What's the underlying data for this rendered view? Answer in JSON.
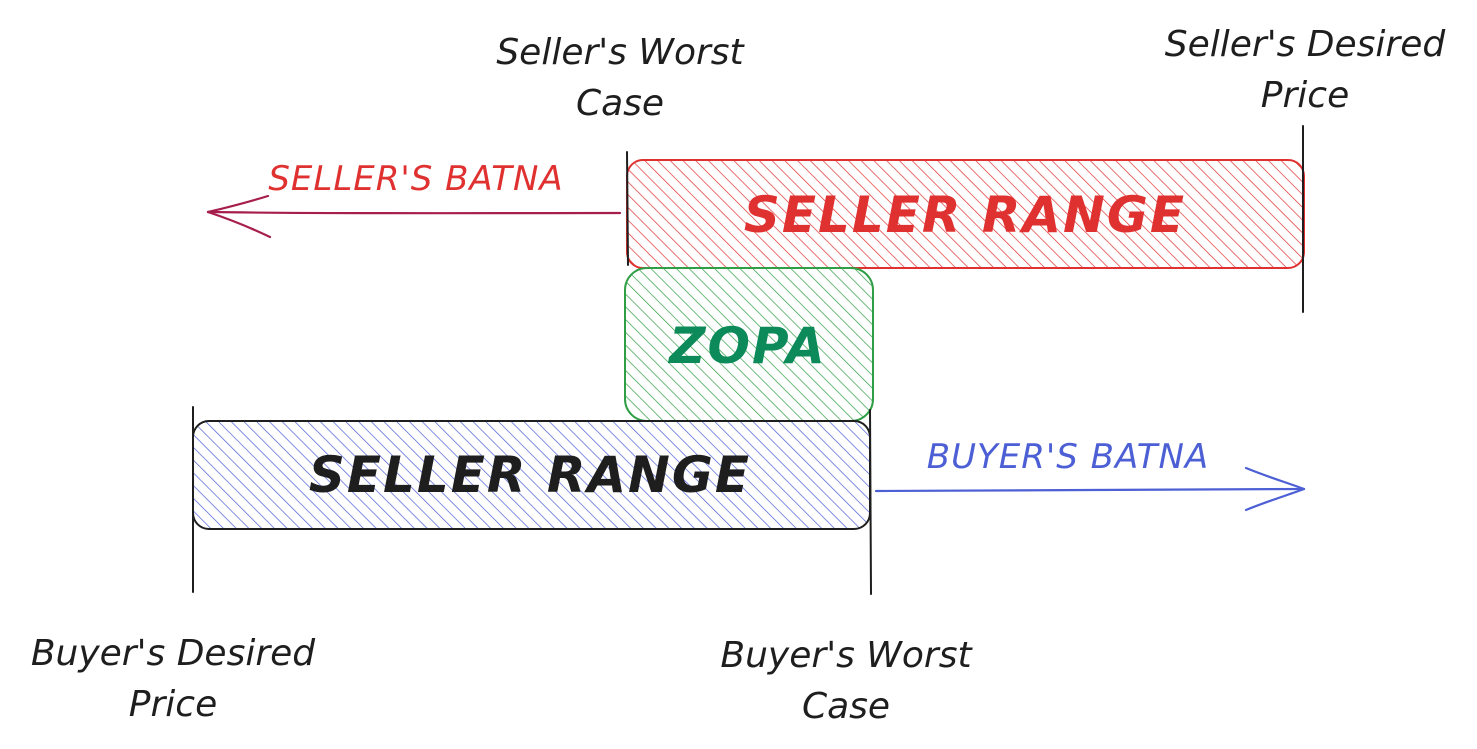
{
  "colors": {
    "seller": "#e03131",
    "seller_arrow": "#a61e4d",
    "zopa": "#2f9e44",
    "zopa_text": "#0c8a5a",
    "buyer": "#4c5fd5",
    "buyer_text": "#1e1e1e",
    "ink": "#1e1e1e"
  },
  "markers": {
    "seller_worst_case": [
      "Seller's Worst",
      "Case"
    ],
    "seller_desired_price": [
      "Seller's Desired",
      "Price"
    ],
    "buyer_desired_price": [
      "Buyer's Desired",
      "Price"
    ],
    "buyer_worst_case": [
      "Buyer's Worst",
      "Case"
    ]
  },
  "ranges": {
    "seller": "SELLER RANGE",
    "zopa": "ZOPA",
    "buyer": "SELLER RANGE"
  },
  "batna": {
    "seller": "SELLER'S BATNA",
    "buyer": "BUYER'S BATNA"
  },
  "arrows": {
    "seller_batna_direction": "left",
    "buyer_batna_direction": "right"
  }
}
